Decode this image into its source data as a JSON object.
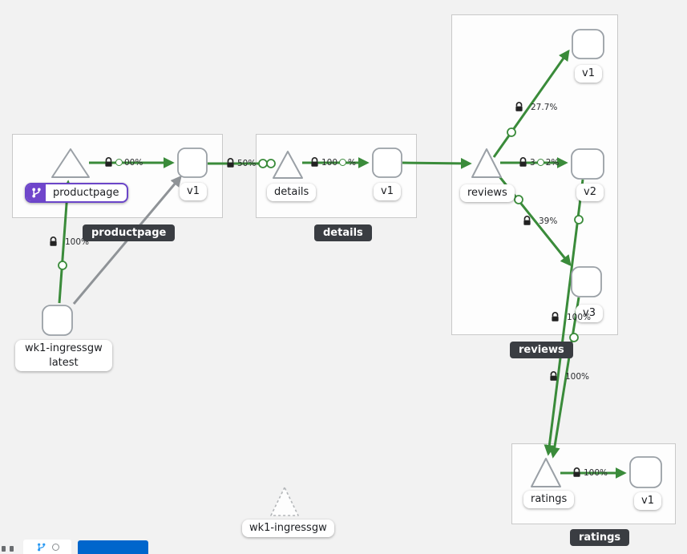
{
  "graph": {
    "groups": {
      "productpage": {
        "tooltip": "productpage"
      },
      "details": {
        "tooltip": "details"
      },
      "reviews": {
        "tooltip": "reviews"
      },
      "ratings": {
        "tooltip": "ratings"
      }
    },
    "nodes": {
      "productpage_service": {
        "label": "productpage",
        "badge": "virtual-service"
      },
      "productpage_v1": {
        "label": "v1"
      },
      "details_service": {
        "label": "details"
      },
      "details_v1": {
        "label": "v1"
      },
      "reviews_service": {
        "label": "reviews"
      },
      "reviews_v1": {
        "label": "v1"
      },
      "reviews_v2": {
        "label": "v2"
      },
      "reviews_v3": {
        "label": "v3"
      },
      "ratings_service": {
        "label": "ratings"
      },
      "ratings_v1": {
        "label": "v1"
      },
      "ingress_workload": {
        "label_line1": "wk1-ingressgw",
        "label_line2": "latest"
      },
      "ingress_service": {
        "label": "wk1-ingressgw"
      }
    },
    "edge_labels": {
      "ingress_to_productpage": "100%",
      "productpage_to_v1": "00%",
      "v1_to_details": "50%",
      "details_to_v1_pre": "100",
      "details_to_v1_suf": "%",
      "reviews_to_v1": "27.7%",
      "reviews_to_v2_pre": "3",
      "reviews_to_v2_suf": "2%",
      "reviews_to_v3": "39%",
      "v2_to_ratings": "100%",
      "v3_to_ratings": "100%",
      "ratings_to_v1": "100%"
    }
  },
  "colors": {
    "edge_healthy": "#3a8b3a",
    "edge_idle": "#8f9397",
    "virtual_service_badge": "#7046cb",
    "tooltip_bg": "#3a3d42",
    "primary_button": "#0066cc"
  }
}
